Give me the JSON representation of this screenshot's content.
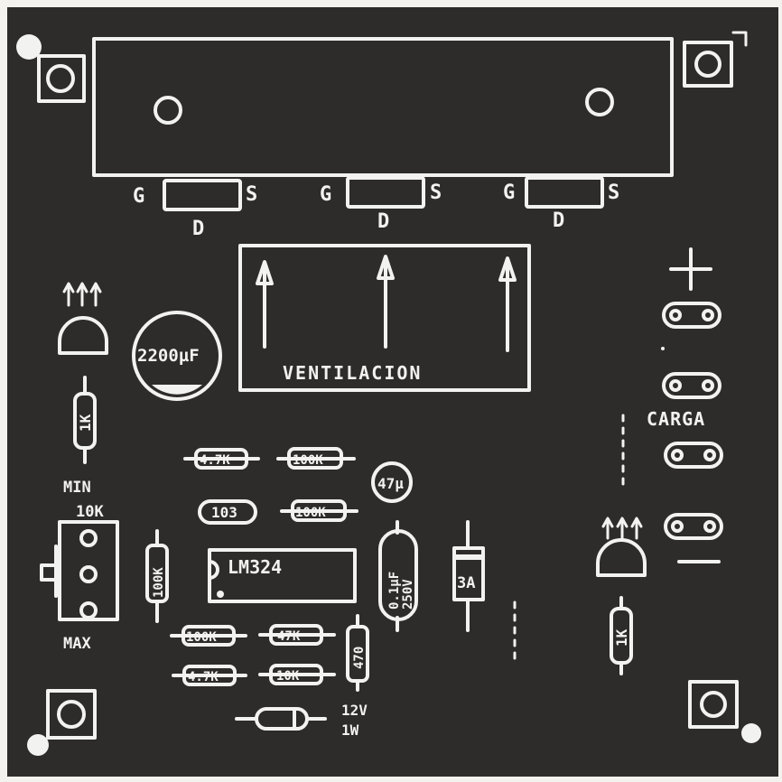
{
  "colors": {
    "board": "#2e2b2b",
    "ink": "#f2f2f0",
    "background": "#f4f2ee"
  },
  "transistors": {
    "q1": {
      "g": "G",
      "s": "S",
      "d": "D"
    },
    "q2": {
      "g": "G",
      "s": "S",
      "d": "D"
    },
    "q3": {
      "g": "G",
      "s": "S",
      "d": "D"
    }
  },
  "vent_label": "VENTILACION",
  "capacitor_main": "2200µF",
  "cap_small": "47µ",
  "cap_film": {
    "line1": "0.1µF",
    "line2": "250V"
  },
  "ic_label": "LM324",
  "fuse_label": "3A",
  "resistors": {
    "r_1k_left": "1K",
    "r_4k7_top": "4.7K",
    "r_100k_top": "100K",
    "r_103": "103",
    "r_100k_mid": "100K",
    "r_100k_vert": "100K",
    "r_100k_bottom": "100K",
    "r_47k": "47K",
    "r_4k7_bottom": "4.7K",
    "r_10k": "10K",
    "r_470": "470",
    "r_1k_right": "1K"
  },
  "pot": {
    "min": "MIN",
    "value": "10K",
    "max": "MAX"
  },
  "zener": {
    "line1": "12V",
    "line2": "1W"
  },
  "load": {
    "label": "CARGA",
    "plus": "+",
    "minus": "−"
  }
}
